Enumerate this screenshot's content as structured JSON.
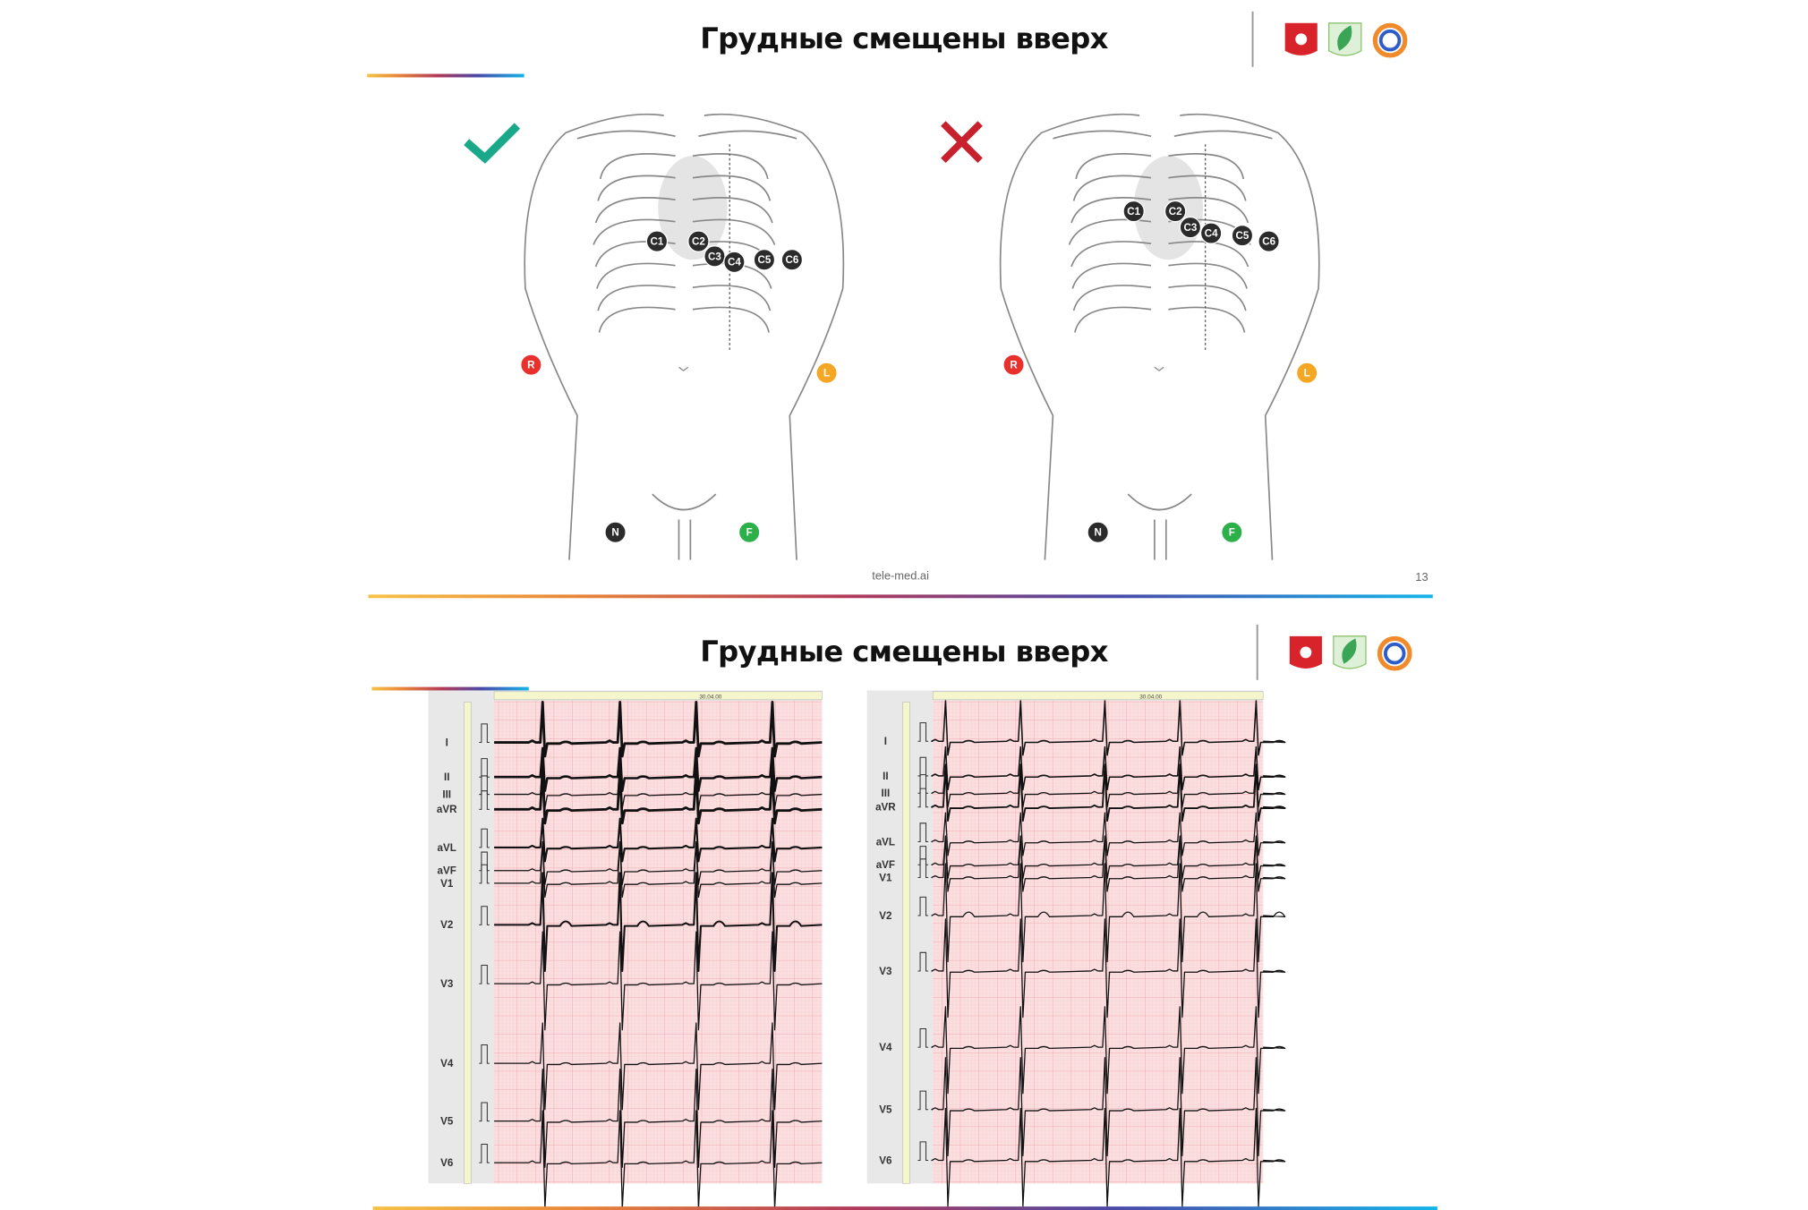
{
  "slides": [
    {
      "title": "Грудные смещены вверх",
      "footer_site": "tele-med.ai",
      "page_number": "13",
      "panels": [
        {
          "verdict": "correct",
          "verdict_icon": "check-icon",
          "electrodes": {
            "C1": "C1",
            "C2": "C2",
            "C3": "C3",
            "C4": "C4",
            "C5": "C5",
            "C6": "C6",
            "R": "R",
            "L": "L",
            "N": "N",
            "F": "F"
          }
        },
        {
          "verdict": "incorrect",
          "verdict_icon": "cross-icon",
          "electrodes": {
            "C1": "C1",
            "C2": "C2",
            "C3": "C3",
            "C4": "C4",
            "C5": "C5",
            "C6": "C6",
            "R": "R",
            "L": "L",
            "N": "N",
            "F": "F"
          }
        }
      ]
    },
    {
      "title": "Грудные смещены вверх",
      "ecg": [
        {
          "timestamp": "30.04.00",
          "leads": [
            "I",
            "II",
            "III",
            "aVR",
            "aVL",
            "aVF",
            "V1",
            "V2",
            "V3",
            "V4",
            "V5",
            "V6"
          ]
        },
        {
          "timestamp": "30.04.00",
          "leads": [
            "I",
            "II",
            "III",
            "aVR",
            "aVL",
            "aVF",
            "V1",
            "V2",
            "V3",
            "V4",
            "V5",
            "V6"
          ]
        }
      ]
    }
  ],
  "colors": {
    "check": "#1aa88a",
    "cross": "#c8202c",
    "R": "#e8302c",
    "L": "#f5a623",
    "N": "#2b2b2b",
    "F": "#2bb04a",
    "chest": "#2b2b2b",
    "ecg_bg": "#fbdfe0",
    "ecg_grid": "#f3a9ad"
  }
}
